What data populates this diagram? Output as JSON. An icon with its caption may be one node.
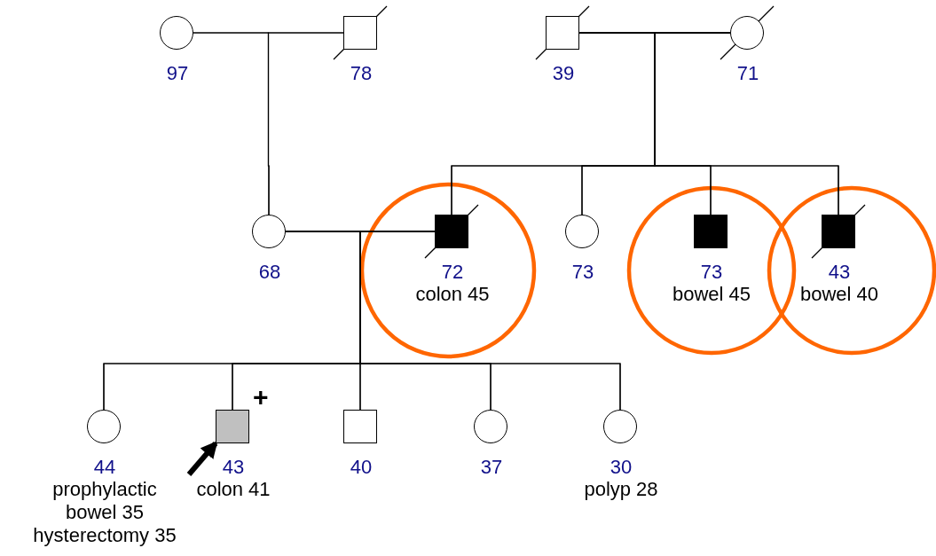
{
  "diagram": {
    "nodes": [
      {
        "text": [],
        "shape": "circle",
        "beside": [
          "97"
        ]
      },
      {
        "text": [],
        "shape": "box",
        "beside": [
          "78"
        ]
      },
      {
        "text": [],
        "shape": "box",
        "beside": [
          "39"
        ]
      },
      {
        "text": [],
        "shape": "circle",
        "beside": [
          "71"
        ]
      },
      {
        "text": [],
        "shape": "circle",
        "beside": [
          "68"
        ]
      },
      {
        "text": [],
        "shape": "box",
        "beside": [
          "72",
          "colon 45"
        ]
      },
      {
        "text": [],
        "shape": "circle",
        "beside": [
          "73"
        ]
      },
      {
        "text": [],
        "shape": "box",
        "beside": [
          "73",
          "bowel 45"
        ]
      },
      {
        "text": [],
        "shape": "box",
        "beside": [
          "43",
          "bowel 40"
        ]
      },
      {
        "text": [],
        "shape": "circle",
        "beside": [
          "44",
          "prophylactic bowel 35 hysterectomy 35"
        ]
      },
      {
        "text": [],
        "shape": "box",
        "beside": [
          "43",
          "colon 41",
          "+"
        ]
      },
      {
        "text": [],
        "shape": "box",
        "beside": [
          "40"
        ]
      },
      {
        "text": [],
        "shape": "circle",
        "beside": [
          "37"
        ]
      },
      {
        "text": [],
        "shape": "circle",
        "beside": [
          "30",
          "polyp 28"
        ]
      }
    ],
    "edges": [
      {
        "from": 0,
        "to": 1,
        "arrow": "none"
      },
      {
        "from": 2,
        "to": 3,
        "arrow": "none"
      },
      {
        "from": 4,
        "to": 5,
        "arrow": "none"
      },
      {
        "from": 0,
        "to": 4,
        "arrow": "none"
      },
      {
        "from": 1,
        "to": 4,
        "arrow": "none"
      },
      {
        "from": 2,
        "to": 5,
        "arrow": "none"
      },
      {
        "from": 3,
        "to": 5,
        "arrow": "none"
      },
      {
        "from": 2,
        "to": 6,
        "arrow": "none"
      },
      {
        "from": 3,
        "to": 6,
        "arrow": "none"
      },
      {
        "from": 2,
        "to": 7,
        "arrow": "none"
      },
      {
        "from": 3,
        "to": 7,
        "arrow": "none"
      },
      {
        "from": 2,
        "to": 8,
        "arrow": "none"
      },
      {
        "from": 3,
        "to": 8,
        "arrow": "none"
      },
      {
        "from": 4,
        "to": 9,
        "arrow": "none"
      },
      {
        "from": 5,
        "to": 9,
        "arrow": "none"
      },
      {
        "from": 4,
        "to": 10,
        "arrow": "none"
      },
      {
        "from": 5,
        "to": 10,
        "arrow": "none"
      },
      {
        "from": 4,
        "to": 11,
        "arrow": "none"
      },
      {
        "from": 5,
        "to": 11,
        "arrow": "none"
      },
      {
        "from": 4,
        "to": 12,
        "arrow": "none"
      },
      {
        "from": 5,
        "to": 12,
        "arrow": "none"
      },
      {
        "from": 4,
        "to": 13,
        "arrow": "none"
      },
      {
        "from": 5,
        "to": 13,
        "arrow": "none"
      },
      {
        "from": null,
        "to": 10,
        "arrow": "to",
        "style": "thick"
      }
    ]
  }
}
